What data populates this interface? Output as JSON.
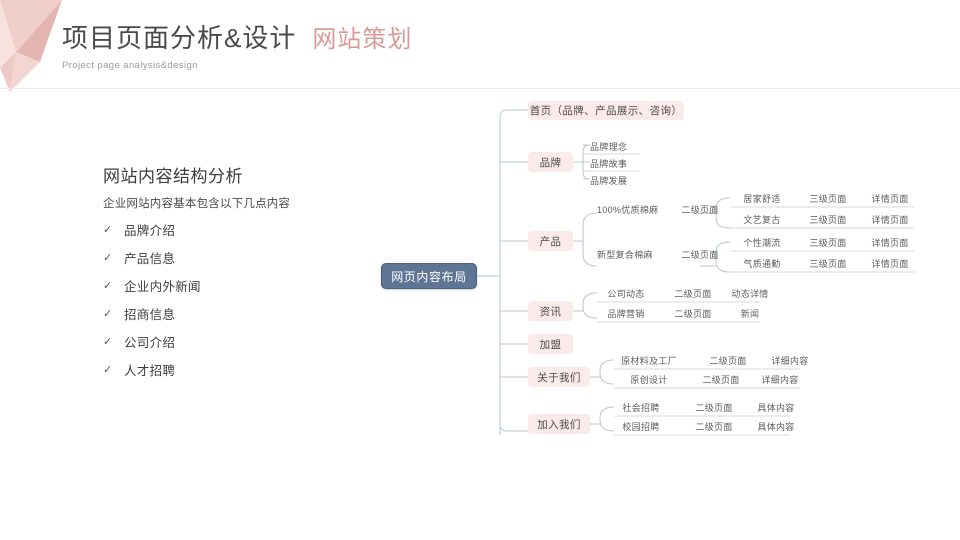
{
  "header": {
    "title_main": "项目页面分析&设计",
    "title_accent": "网站策划",
    "subtitle": "Project page analysis&design",
    "accent_color": "#d99a98",
    "title_color": "#4a4a4a"
  },
  "left_panel": {
    "heading": "网站内容结构分析",
    "subheading": "企业网站内容基本包含以下几点内容",
    "check_glyph": "✓",
    "items": [
      "品牌介绍",
      "产品信息",
      "企业内外新闻",
      "招商信息",
      "公司介绍",
      "人才招聘"
    ]
  },
  "mindmap": {
    "root": "网页内容布局",
    "root_color": "#5e7595",
    "node_color": "#fbeaea",
    "line_color": "#b9c6d6",
    "branches": [
      {
        "label": "首页（品牌、产品展示、咨询）",
        "children": []
      },
      {
        "label": "品牌",
        "children": [
          {
            "cols": [
              "品牌理念"
            ]
          },
          {
            "cols": [
              "品牌故事"
            ]
          },
          {
            "cols": [
              "品牌发展"
            ]
          }
        ]
      },
      {
        "label": "产品",
        "children": [
          {
            "cols": [
              "100%优质棉麻",
              "二级页面"
            ]
          },
          {
            "cols": [
              "新型复合棉麻",
              "二级页面"
            ]
          }
        ],
        "grandchildren": [
          {
            "cols": [
              "居家舒适",
              "三级页面",
              "详情页面"
            ]
          },
          {
            "cols": [
              "文艺复古",
              "三级页面",
              "详情页面"
            ]
          },
          {
            "cols": [
              "个性潮流",
              "三级页面",
              "详情页面"
            ]
          },
          {
            "cols": [
              "气质通勤",
              "三级页面",
              "详情页面"
            ]
          }
        ]
      },
      {
        "label": "资讯",
        "children": [
          {
            "cols": [
              "公司动态",
              "二级页面",
              "动态详情"
            ]
          },
          {
            "cols": [
              "品牌营销",
              "二级页面",
              "新闻"
            ]
          }
        ]
      },
      {
        "label": "加盟",
        "children": []
      },
      {
        "label": "关于我们",
        "children": [
          {
            "cols": [
              "原材料及工厂",
              "二级页面",
              "详细内容"
            ]
          },
          {
            "cols": [
              "原创设计",
              "二级页面",
              "详细内容"
            ]
          }
        ]
      },
      {
        "label": "加入我们",
        "children": [
          {
            "cols": [
              "社会招聘",
              "二级页面",
              "具体内容"
            ]
          },
          {
            "cols": [
              "校园招聘",
              "二级页面",
              "具体内容"
            ]
          }
        ]
      }
    ]
  }
}
